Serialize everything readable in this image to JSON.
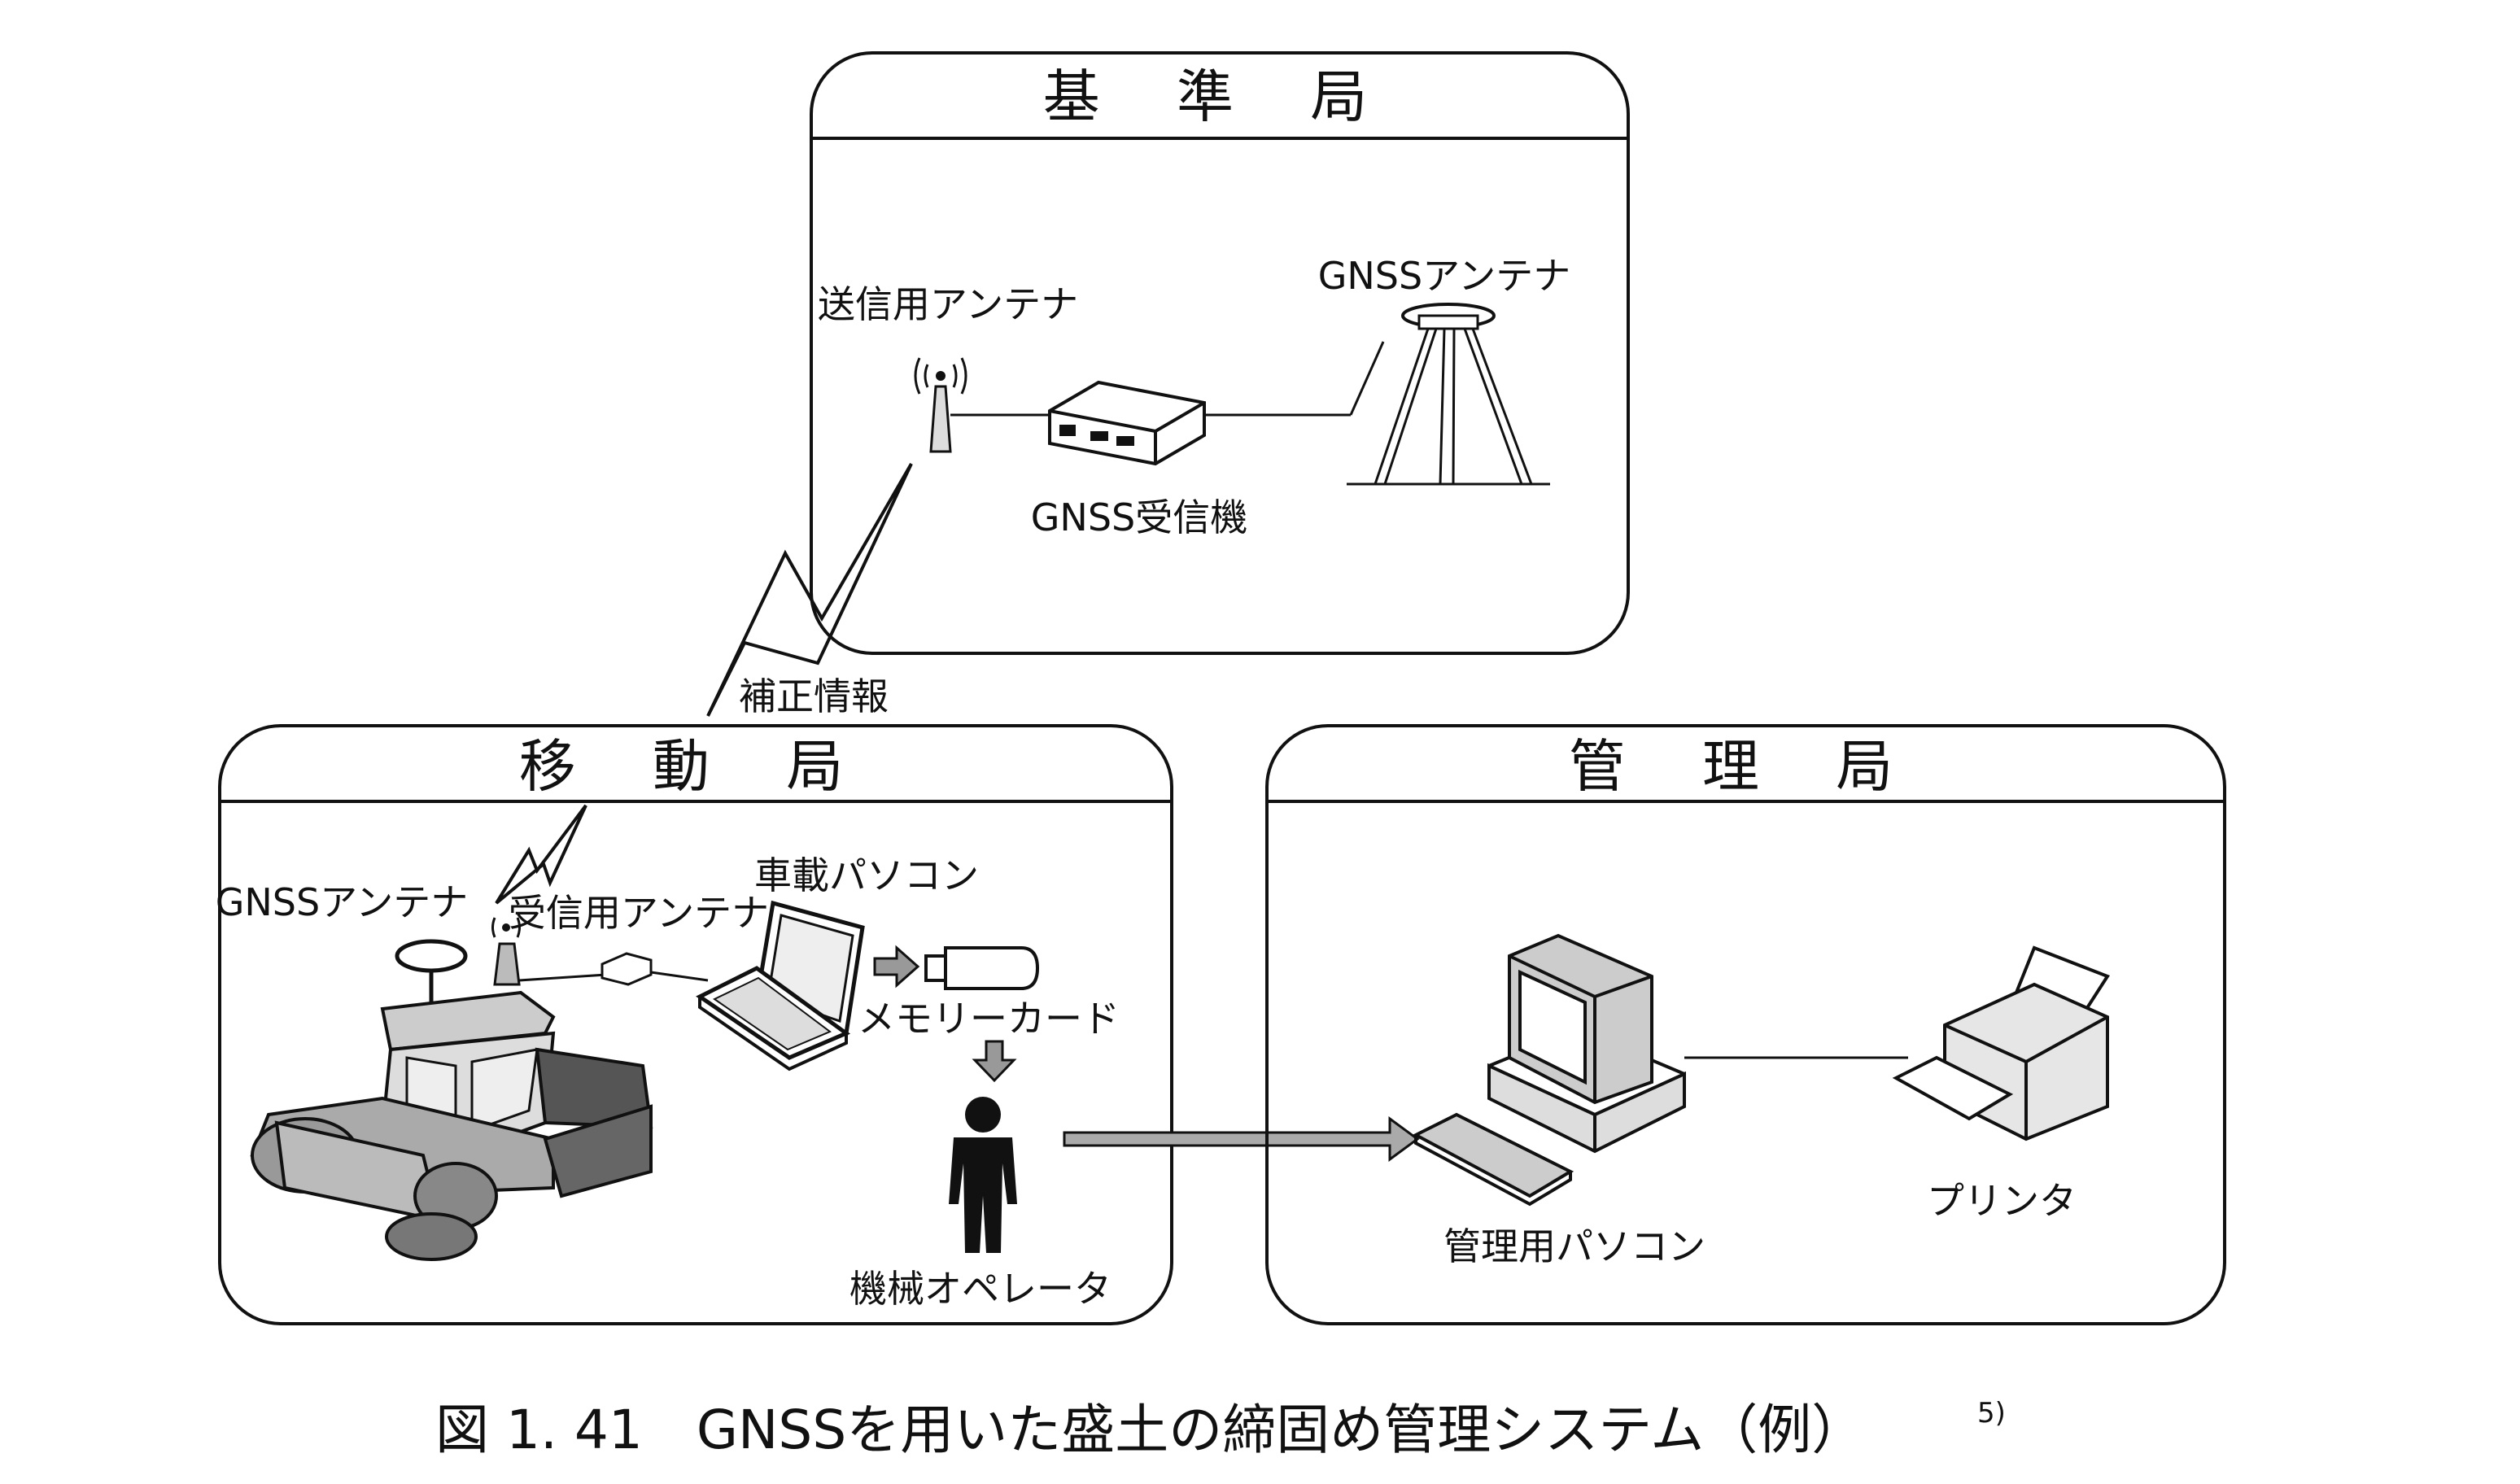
{
  "stations": {
    "reference": {
      "title": "基 準 局"
    },
    "mobile": {
      "title": "移 動 局"
    },
    "management": {
      "title": "管 理 局"
    }
  },
  "labels": {
    "transmit_antenna": "送信用アンテナ",
    "gnss_antenna_ref": "GNSSアンテナ",
    "gnss_receiver": "GNSS受信機",
    "correction_info": "補正情報",
    "gnss_antenna_mobile": "GNSSアンテナ",
    "receive_antenna": "受信用アンテナ",
    "onboard_pc": "車載パソコン",
    "memory_card": "メモリーカード",
    "machine_operator": "機械オペレータ",
    "management_pc": "管理用パソコン",
    "printer": "プリンタ"
  },
  "caption": {
    "text": "図 1. 41　GNSSを用いた盛土の締固め管理システム（例）",
    "ref": "5)"
  },
  "icons": [
    "antenna-icon",
    "receiver-icon",
    "tripod-antenna-icon",
    "roller-icon",
    "laptop-icon",
    "memory-card-icon",
    "person-icon",
    "desktop-pc-icon",
    "keyboard-icon",
    "printer-icon",
    "lightning-icon",
    "arrow-icon"
  ]
}
